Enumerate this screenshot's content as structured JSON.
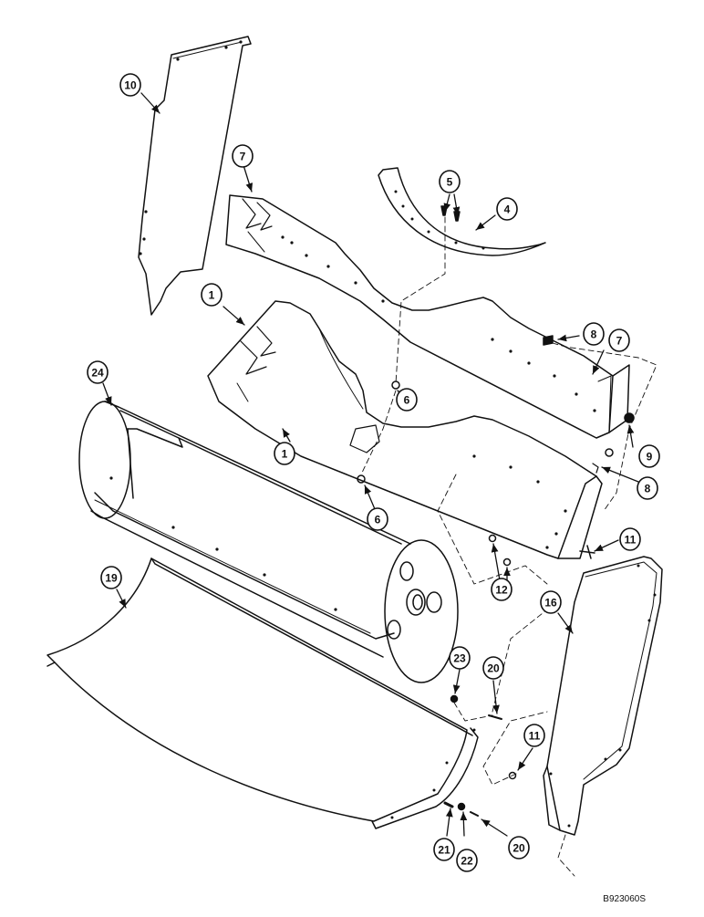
{
  "drawing_number": "B923060S",
  "colors": {
    "ink": "#111111",
    "paper": "#ffffff"
  },
  "callouts": [
    {
      "id": "c10a",
      "label": "10"
    },
    {
      "id": "c7a",
      "label": "7"
    },
    {
      "id": "c5",
      "label": "5"
    },
    {
      "id": "c4",
      "label": "4"
    },
    {
      "id": "c1a",
      "label": "1"
    },
    {
      "id": "c8a",
      "label": "8"
    },
    {
      "id": "c7b",
      "label": "7"
    },
    {
      "id": "c24",
      "label": "24"
    },
    {
      "id": "c6a",
      "label": "6"
    },
    {
      "id": "c1b",
      "label": "1"
    },
    {
      "id": "c9",
      "label": "9"
    },
    {
      "id": "c8b",
      "label": "8"
    },
    {
      "id": "c6b",
      "label": "6"
    },
    {
      "id": "c11a",
      "label": "11"
    },
    {
      "id": "c19",
      "label": "19"
    },
    {
      "id": "c12",
      "label": "12"
    },
    {
      "id": "c16",
      "label": "16"
    },
    {
      "id": "c23",
      "label": "23"
    },
    {
      "id": "c20a",
      "label": "20"
    },
    {
      "id": "c11b",
      "label": "11"
    },
    {
      "id": "c21",
      "label": "21"
    },
    {
      "id": "c22",
      "label": "22"
    },
    {
      "id": "c20b",
      "label": "20"
    }
  ]
}
